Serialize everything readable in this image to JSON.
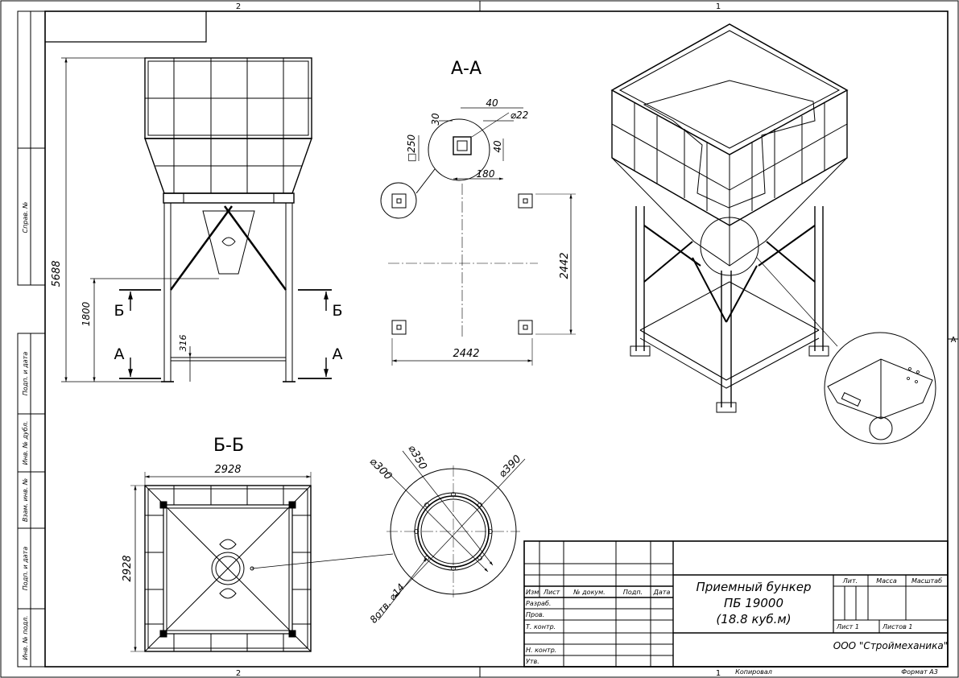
{
  "zones": {
    "top_left": "2",
    "top_right": "1",
    "bottom_left": "2",
    "bottom_right": "1",
    "right": "A"
  },
  "side_stamps": [
    "Справ. №",
    "Подп. и дата",
    "Инв. № дубл.",
    "Взам. инв. №",
    "Подп. и дата",
    "Инв. № подл."
  ],
  "views": {
    "section_aa": "А-А",
    "section_bb": "Б-Б"
  },
  "front_view": {
    "dim_total_height": "5688",
    "dim_1800": "1800",
    "dim_316": "316",
    "cut_b": "Б",
    "cut_a": "А"
  },
  "section_aa_dims": {
    "d40_top": "40",
    "d22": "⌀22",
    "d30": "30",
    "d250": "□250",
    "d40_side": "40",
    "d180": "180",
    "d2442_v": "2442",
    "d2442_h": "2442"
  },
  "section_bb_dims": {
    "w2928": "2928",
    "h2928": "2928"
  },
  "flange_dims": {
    "d300": "⌀300",
    "d350": "⌀350",
    "d390": "⌀390",
    "holes": "8отв. ⌀14"
  },
  "title_block": {
    "name_line1": "Приемный бункер",
    "name_line2": "ПБ 19000",
    "name_line3": "(18.8 куб.м)",
    "company": "ООО \"Строймеханика\"",
    "lit": "Лит.",
    "mass": "Масса",
    "scale": "Масштаб",
    "sheet": "Лист 1",
    "sheets": "Листов 1",
    "col_izm": "Изм.",
    "col_list": "Лист",
    "col_doc": "№ докум.",
    "col_sign": "Подп.",
    "col_date": "Дата",
    "row_razrab": "Разраб.",
    "row_prov": "Пров.",
    "row_tkontr": "Т. контр.",
    "row_nkontr": "Н. контр.",
    "row_utv": "Утв.",
    "copied": "Копировал",
    "format": "Формат А3"
  }
}
